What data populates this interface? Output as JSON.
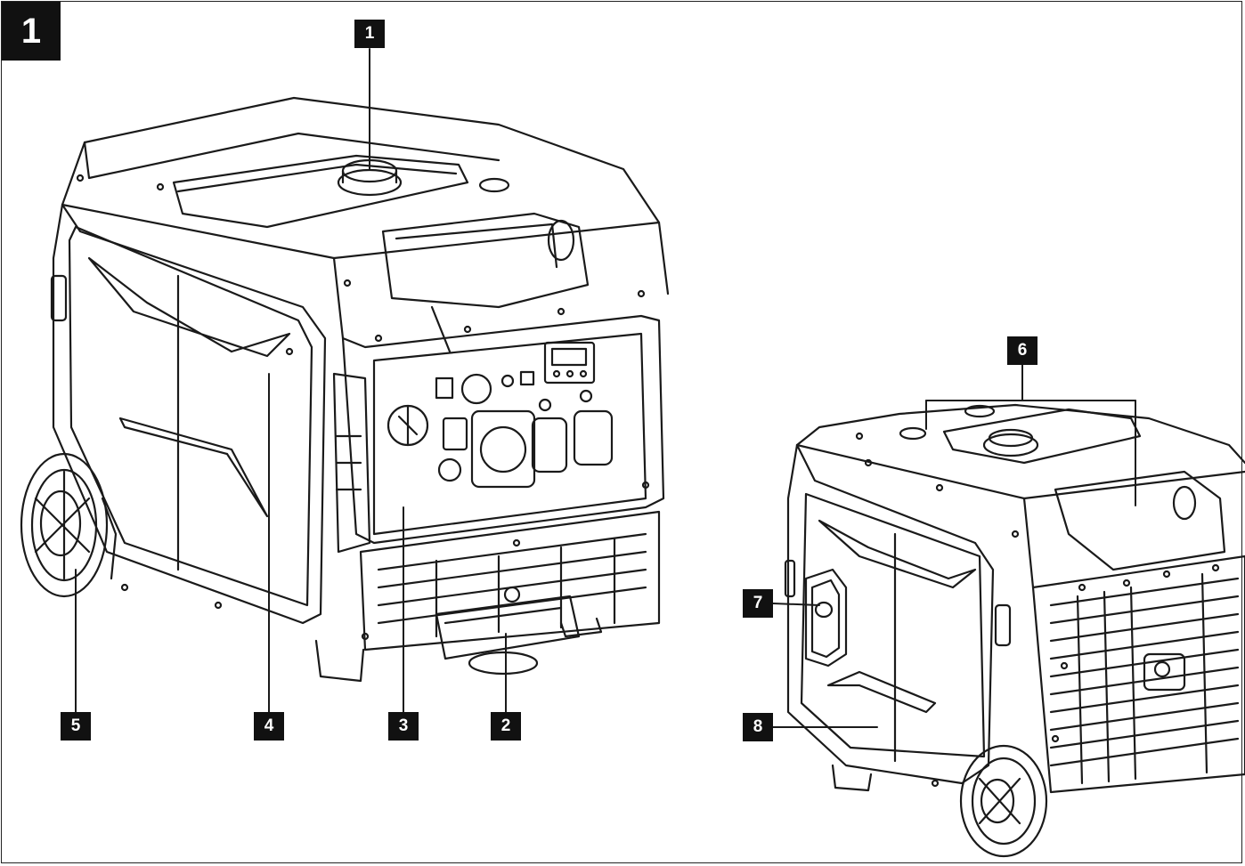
{
  "figure": {
    "number": "1"
  },
  "callouts": [
    {
      "id": "1"
    },
    {
      "id": "2"
    },
    {
      "id": "3"
    },
    {
      "id": "4"
    },
    {
      "id": "5"
    },
    {
      "id": "6"
    },
    {
      "id": "7"
    },
    {
      "id": "8"
    }
  ]
}
